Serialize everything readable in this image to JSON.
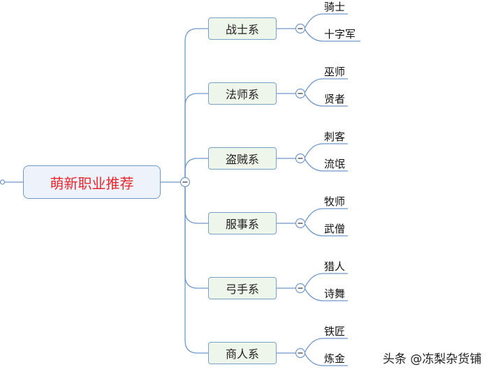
{
  "root": {
    "label": "萌新职业推荐"
  },
  "categories": [
    {
      "label": "战士系",
      "children": [
        "骑士",
        "十字军"
      ]
    },
    {
      "label": "法师系",
      "children": [
        "巫师",
        "贤者"
      ]
    },
    {
      "label": "盗贼系",
      "children": [
        "刺客",
        "流氓"
      ]
    },
    {
      "label": "服事系",
      "children": [
        "牧师",
        "武僧"
      ]
    },
    {
      "label": "弓手系",
      "children": [
        "猎人",
        "诗舞"
      ]
    },
    {
      "label": "商人系",
      "children": [
        "铁匠",
        "炼金"
      ]
    }
  ],
  "watermark": "头条 @冻梨杂货铺",
  "colors": {
    "line": "#6f98c9",
    "root_text": "#e8262e",
    "category_fill": "#eef5ea",
    "root_fill": "#eef3fb"
  }
}
